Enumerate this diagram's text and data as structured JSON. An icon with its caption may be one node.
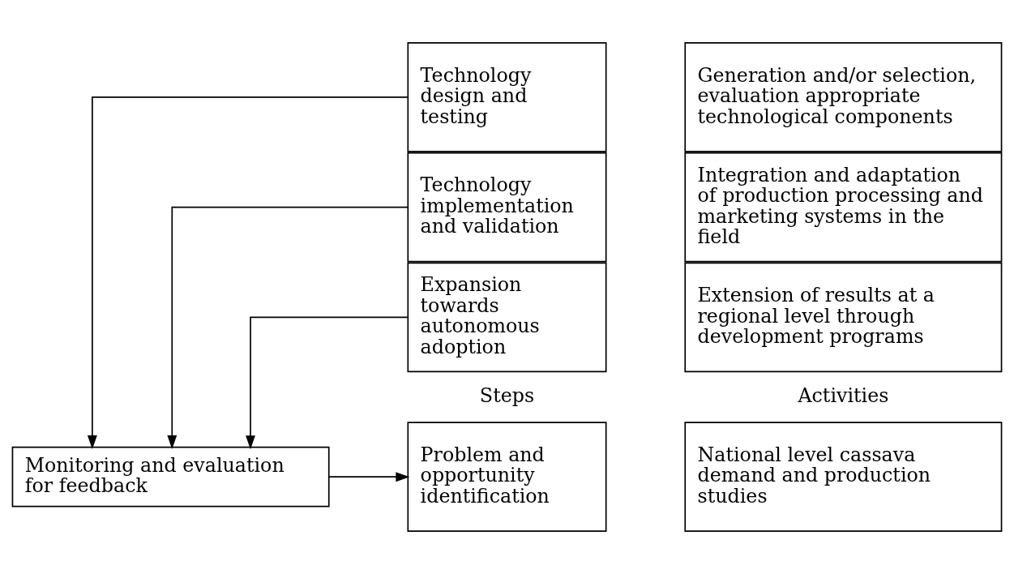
{
  "diagram": {
    "nodes": [
      {
        "text": [
          "Monitoring and evaluation for feedback"
        ]
      },
      {
        "text": [
          "Problem and opportunity identification"
        ]
      },
      {
        "text": [
          "Technology design and testing"
        ]
      },
      {
        "text": [
          "Technology implementation and validation"
        ]
      },
      {
        "text": [
          "Expansion towards autonomous adoption"
        ]
      },
      {
        "text": [
          "National level cassava demand and production studies"
        ]
      },
      {
        "text": [
          "Generation and/or selection, evaluation appropriate technological components"
        ]
      },
      {
        "text": [
          "Integration and adaptation of production processing and marketing systems in the field"
        ]
      },
      {
        "text": [
          "Extension of results at a regional level through development programs"
        ]
      }
    ],
    "edges": [
      {
        "from": 0,
        "to": 1,
        "arrow": "to"
      },
      {
        "from": 2,
        "to": 0,
        "arrow": "to"
      },
      {
        "from": 3,
        "to": 0,
        "arrow": "to"
      },
      {
        "from": 4,
        "to": 0,
        "arrow": "to"
      }
    ],
    "labels": [
      "Steps",
      "Activities"
    ]
  }
}
